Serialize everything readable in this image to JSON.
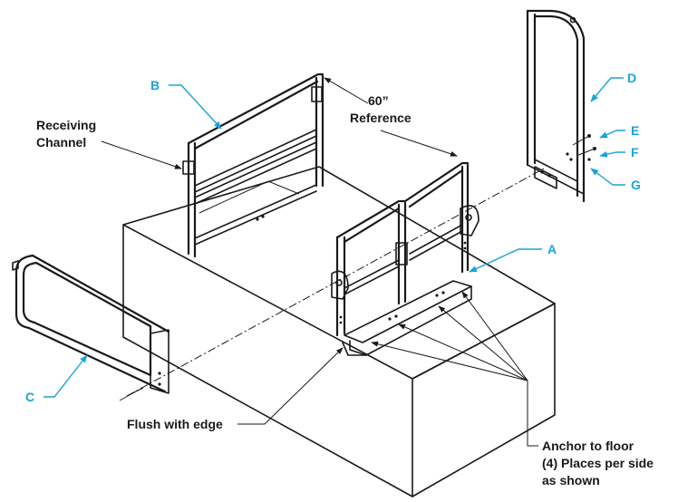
{
  "labels": {
    "receiving_channel_line1": "Receiving",
    "receiving_channel_line2": "Channel",
    "reference_line1": "60”",
    "reference_line2": "Reference",
    "flush": "Flush with edge",
    "anchor_line1": "Anchor to floor",
    "anchor_line2": "(4) Places per side",
    "anchor_line3": "as shown"
  },
  "callouts": [
    "A",
    "B",
    "C",
    "D",
    "E",
    "F",
    "G"
  ],
  "colors": {
    "line": "#1a1a1a",
    "callout": "#1aa3d9",
    "background": "#ffffff"
  }
}
